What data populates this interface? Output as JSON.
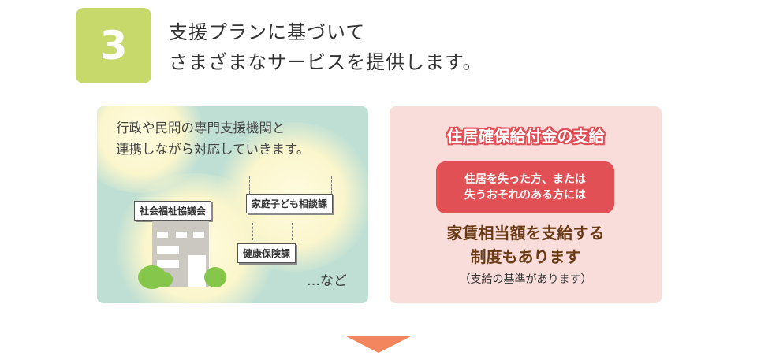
{
  "step": {
    "number": "3",
    "heading_line1": "支援プランに基づいて",
    "heading_line2": "さまざまなサービスを提供します。"
  },
  "left_panel": {
    "text_line1": "行政や民間の専門支援機関と",
    "text_line2": "連携しながら対応していきます。",
    "signs": {
      "social_welfare": "社会福祉協議会",
      "family_child": "家庭子ども相談課",
      "health_insurance": "健康保険課"
    },
    "etc": "…など"
  },
  "right_panel": {
    "title": "住居確保給付金の支給",
    "condition_line1": "住居を失った方、または",
    "condition_line2": "失うおそれのある方には",
    "main_line1": "家賃相当額を支給する",
    "main_line2": "制度もあります",
    "note": "（支給の基準があります）"
  },
  "colors": {
    "badge": "#c7d96a",
    "left_panel_bg": "#bfdfd4",
    "right_panel_bg": "#f9dddb",
    "accent_red": "#e05054",
    "main_text_brown": "#6a3a14",
    "arrow": "#f3865d"
  }
}
